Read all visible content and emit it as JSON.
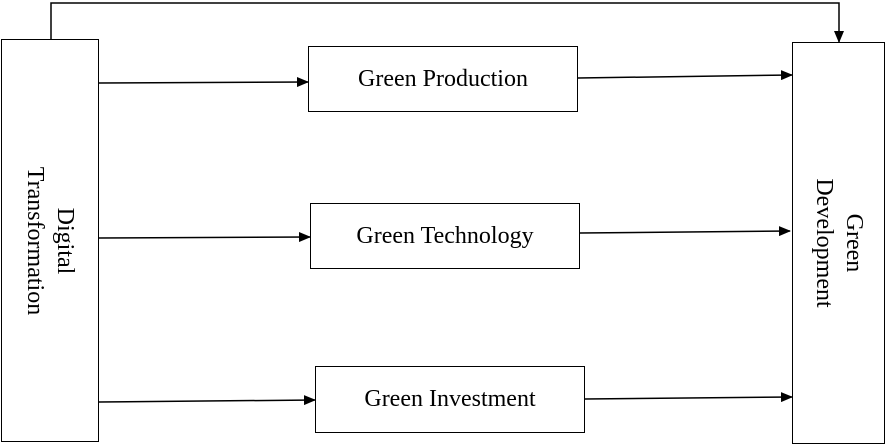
{
  "diagram": {
    "source": {
      "line1": "Digital",
      "line2": "Transformation"
    },
    "mediators": [
      {
        "label": "Green Production"
      },
      {
        "label": "Green Technology"
      },
      {
        "label": "Green Investment"
      }
    ],
    "target": {
      "line1": "Green",
      "line2": "Development"
    }
  }
}
